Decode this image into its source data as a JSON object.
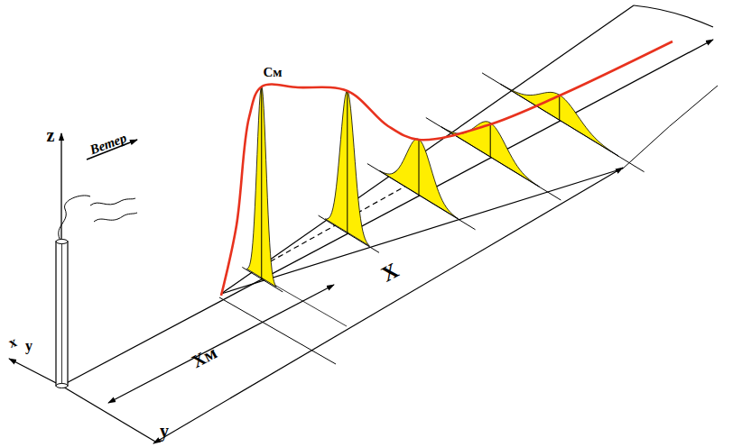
{
  "diagram": {
    "labels": [
      "z",
      "Ветер",
      "Cм",
      "x",
      "y",
      "Xм",
      "X",
      "y"
    ]
  }
}
